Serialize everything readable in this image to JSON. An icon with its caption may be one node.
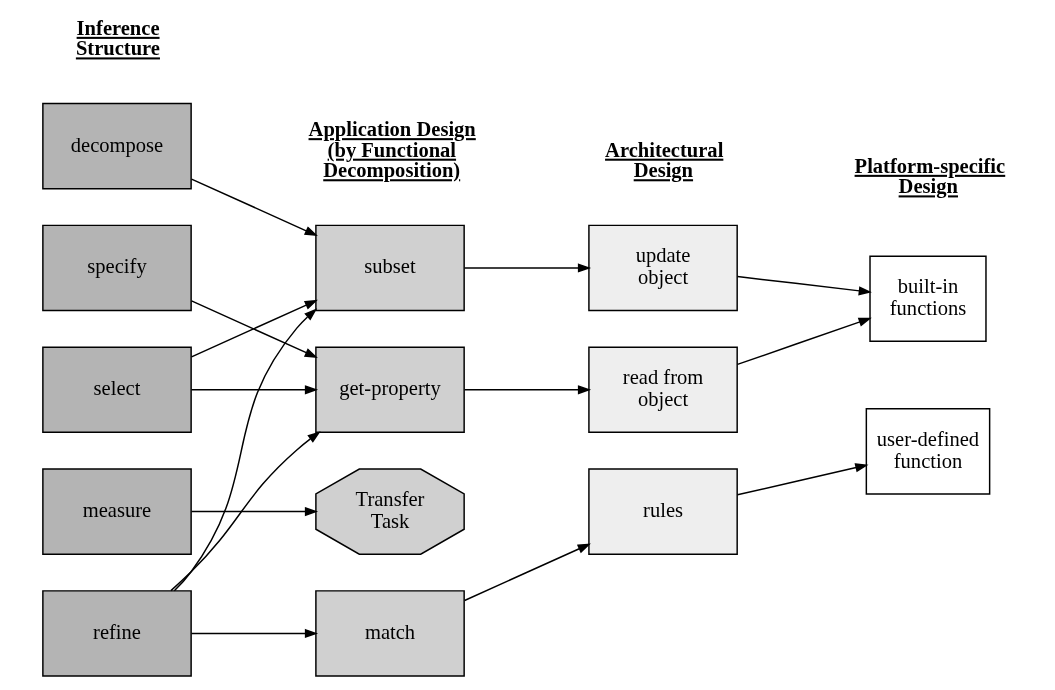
{
  "diagram": {
    "nodes": [
      {
        "text": [
          "decompose"
        ]
      },
      {
        "text": [
          "specify"
        ]
      },
      {
        "text": [
          "select"
        ]
      },
      {
        "text": [
          "measure"
        ]
      },
      {
        "text": [
          "refine"
        ]
      },
      {
        "text": [
          "subset"
        ]
      },
      {
        "text": [
          "get-property"
        ]
      },
      {
        "text": [
          "Transfer Task"
        ]
      },
      {
        "text": [
          "match"
        ]
      },
      {
        "text": [
          "update object"
        ]
      },
      {
        "text": [
          "read from object"
        ]
      },
      {
        "text": [
          "rules"
        ]
      },
      {
        "text": [
          "built-in functions"
        ]
      },
      {
        "text": [
          "user-defined function"
        ]
      }
    ],
    "edges": [
      {
        "from": 0,
        "to": 5,
        "arrow": "to"
      },
      {
        "from": 1,
        "to": 6,
        "arrow": "to"
      },
      {
        "from": 2,
        "to": 5,
        "arrow": "to"
      },
      {
        "from": 2,
        "to": 6,
        "arrow": "to"
      },
      {
        "from": 3,
        "to": 7,
        "arrow": "to"
      },
      {
        "from": 4,
        "to": 5,
        "arrow": "to"
      },
      {
        "from": 4,
        "to": 6,
        "arrow": "to"
      },
      {
        "from": 4,
        "to": 8,
        "arrow": "to"
      },
      {
        "from": 5,
        "to": 9,
        "arrow": "to"
      },
      {
        "from": 6,
        "to": 10,
        "arrow": "to"
      },
      {
        "from": 9,
        "to": 12,
        "arrow": "to"
      },
      {
        "from": 10,
        "to": 12,
        "arrow": "to"
      },
      {
        "from": 8,
        "to": 11,
        "arrow": "to"
      },
      {
        "from": 11,
        "to": 13,
        "arrow": "to"
      }
    ],
    "labels": [
      "Inference Structure",
      "Application Design (by Functional Decomposition)",
      "Architectural Design",
      "Platform-specific Design"
    ]
  }
}
